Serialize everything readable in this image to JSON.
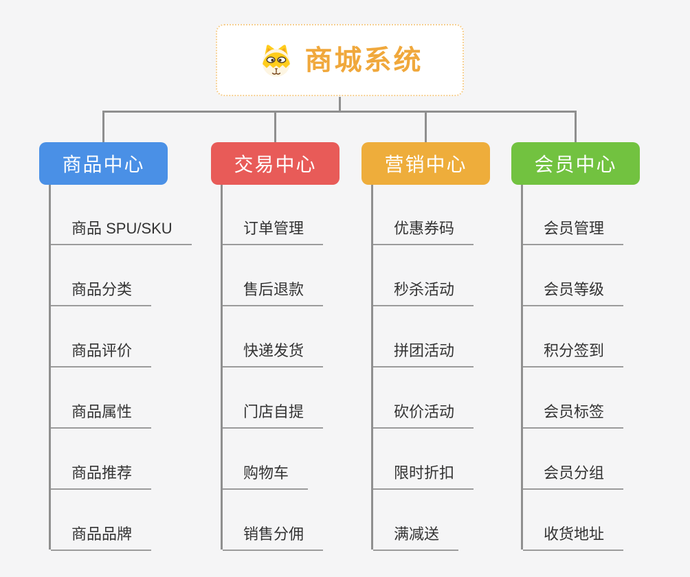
{
  "colors": {
    "background": "#f5f5f6",
    "connector": "#8f8f8f",
    "child_underline": "#9b9b9b",
    "child_text": "#333333"
  },
  "root": {
    "title": "商城系统",
    "title_color": "#f0a83c",
    "border_color": "#f6cf90",
    "icon": "dog-face-icon"
  },
  "branches": [
    {
      "label": "商品中心",
      "color": "#4a90e6",
      "items": [
        "商品 SPU/SKU",
        "商品分类",
        "商品评价",
        "商品属性",
        "商品推荐",
        "商品品牌"
      ]
    },
    {
      "label": "交易中心",
      "color": "#e85b58",
      "items": [
        "订单管理",
        "售后退款",
        "快递发货",
        "门店自提",
        "购物车",
        "销售分佣"
      ]
    },
    {
      "label": "营销中心",
      "color": "#eead3b",
      "items": [
        "优惠券码",
        "秒杀活动",
        "拼团活动",
        "砍价活动",
        "限时折扣",
        "满减送"
      ]
    },
    {
      "label": "会员中心",
      "color": "#72c240",
      "items": [
        "会员管理",
        "会员等级",
        "积分签到",
        "会员标签",
        "会员分组",
        "收货地址"
      ]
    }
  ]
}
